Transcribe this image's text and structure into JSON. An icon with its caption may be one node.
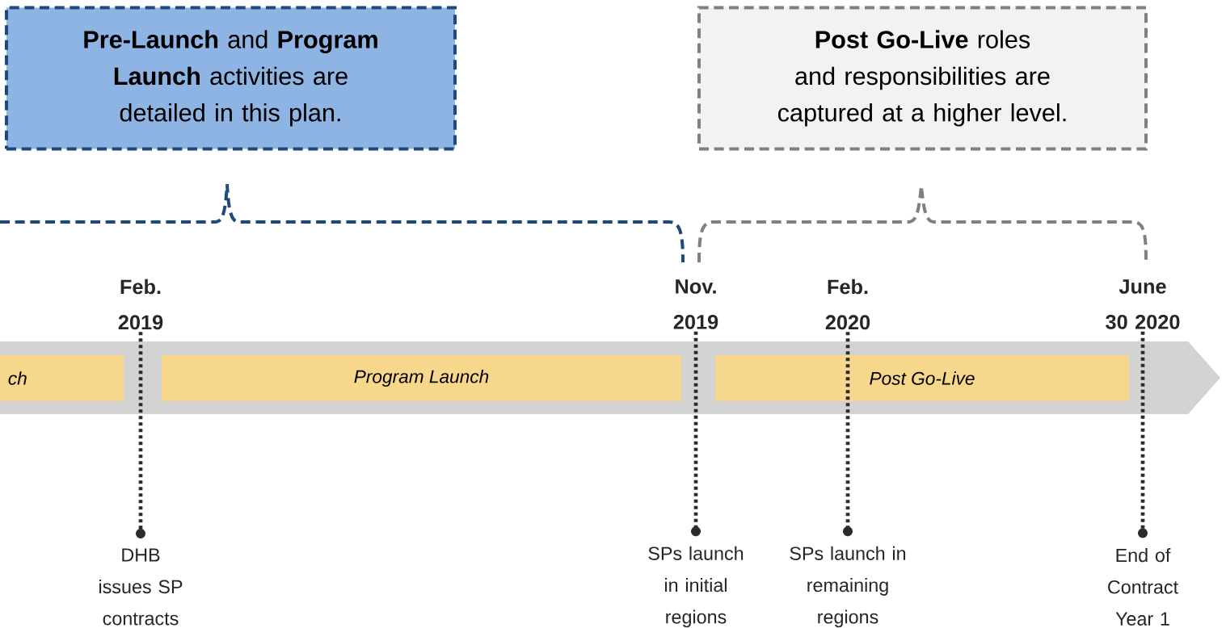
{
  "diagram": {
    "nodes": [
      {
        "text": [
          "**Pre-Launch** and **Program Launch** activities are detailed in this plan."
        ]
      },
      {
        "text": [
          "**Post Go-Live** roles and responsibilities are captured at a higher level."
        ]
      },
      {
        "text": [
          "ch"
        ]
      },
      {
        "text": [
          "Program Launch"
        ]
      },
      {
        "text": [
          "Post Go-Live"
        ]
      },
      {
        "text": [
          "Feb. 2019"
        ]
      },
      {
        "text": [
          "Nov. 2019"
        ]
      },
      {
        "text": [
          "Feb. 2020"
        ]
      },
      {
        "text": [
          "June 30 2020"
        ]
      },
      {
        "text": [
          "DHB issues SP contracts"
        ]
      },
      {
        "text": [
          "SPs launch in initial regions"
        ]
      },
      {
        "text": [
          "SPs launch in remaining regions"
        ]
      },
      {
        "text": [
          "End of Contract Year 1"
        ]
      }
    ],
    "edges": [
      {
        "from": 5,
        "to": 9,
        "arrow": "none"
      },
      {
        "from": 6,
        "to": 10,
        "arrow": "none"
      },
      {
        "from": 7,
        "to": 11,
        "arrow": "none"
      },
      {
        "from": 8,
        "to": 12,
        "arrow": "none"
      }
    ]
  }
}
